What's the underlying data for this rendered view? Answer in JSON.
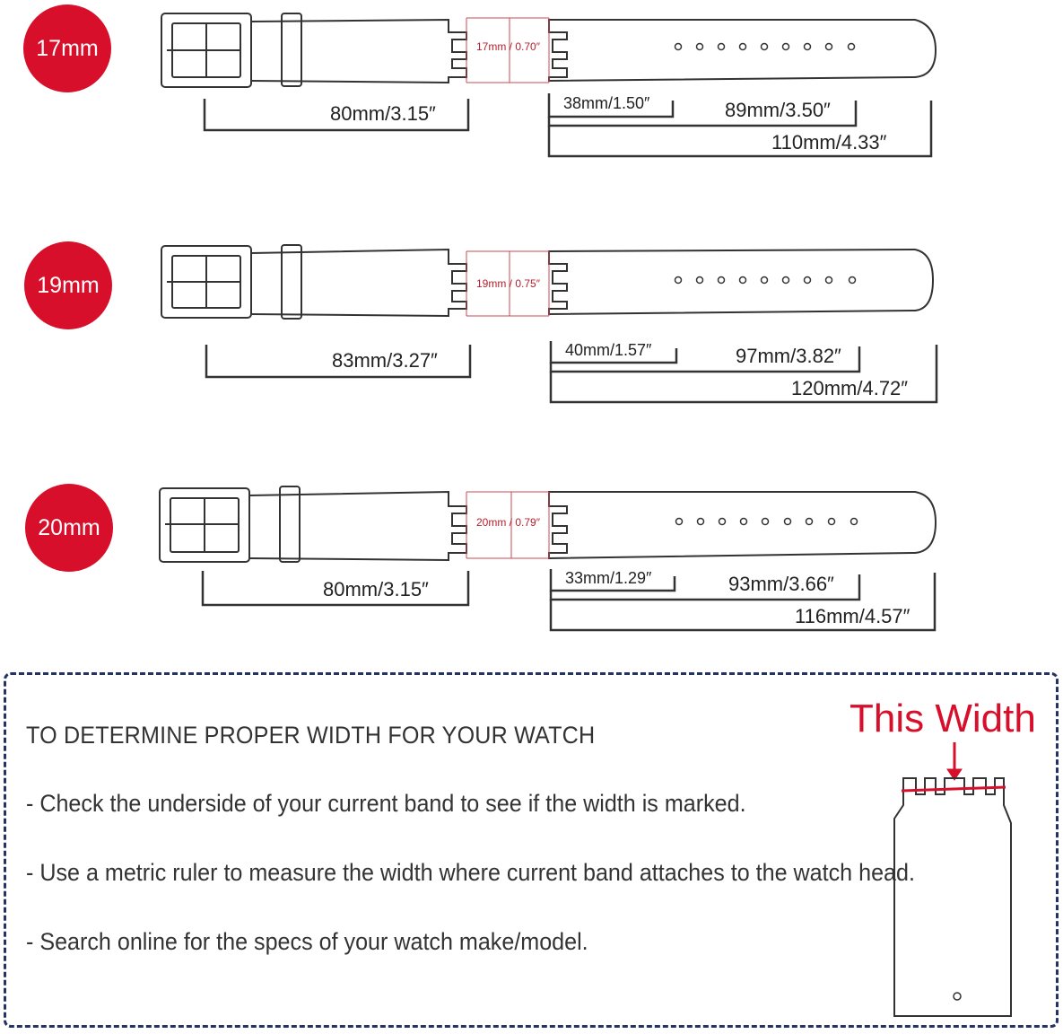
{
  "sizes": [
    {
      "badge": "17mm",
      "width_label": "17mm / 0.70″",
      "buckle_side": "80mm/3.15″",
      "hole_offset": "38mm/1.50″",
      "hole_side": "89mm/3.50″",
      "long_side": "110mm/4.33″"
    },
    {
      "badge": "19mm",
      "width_label": "19mm / 0.75″",
      "buckle_side": "83mm/3.27″",
      "hole_offset": "40mm/1.57″",
      "hole_side": "97mm/3.82″",
      "long_side": "120mm/4.72″"
    },
    {
      "badge": "20mm",
      "width_label": "20mm / 0.79″",
      "buckle_side": "80mm/3.15″",
      "hole_offset": "33mm/1.29″",
      "hole_side": "93mm/3.66″",
      "long_side": "116mm/4.57″"
    }
  ],
  "instructions": {
    "title": "TO DETERMINE PROPER WIDTH FOR YOUR WATCH",
    "lines": [
      "- Check the underside of your current band to see if the width is marked.",
      "- Use a metric ruler to measure the width where current band attaches to the watch head.",
      "- Search online for the specs of your watch make/model."
    ],
    "callout": "This Width"
  },
  "colors": {
    "badge": "#d80f2b",
    "accent_red": "#d80f2b",
    "dashed_border": "#243364",
    "outline": "#333333"
  },
  "hole_count": 9
}
